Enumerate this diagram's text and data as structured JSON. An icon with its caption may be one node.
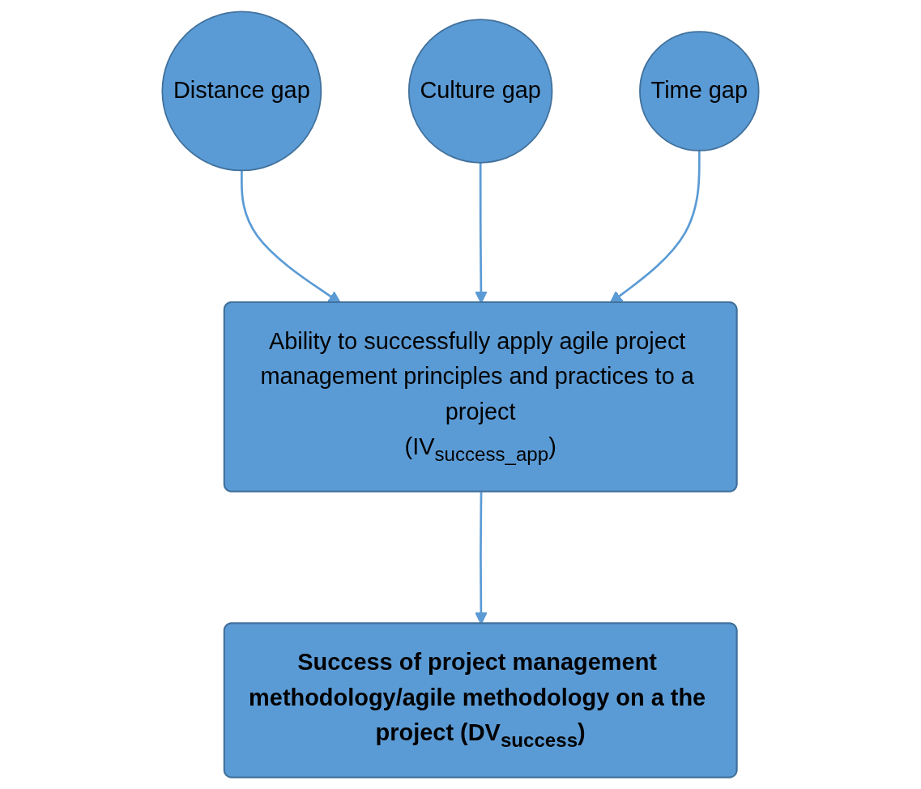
{
  "diagram": {
    "nodes": [
      {
        "text": [
          "Distance gap"
        ]
      },
      {
        "text": [
          "Culture gap"
        ]
      },
      {
        "text": [
          "Time gap"
        ]
      },
      {
        "text": [
          "Ability to successfully apply agile project management principles and practices to a project",
          "(IV$_{success_app}$)"
        ]
      },
      {
        "text": [
          "Success of project management methodology/agile methodology on a the project (DV$_{success}$)"
        ]
      }
    ],
    "edges": [
      {
        "from": 0,
        "to": 3,
        "arrow": "to"
      },
      {
        "from": 1,
        "to": 3,
        "arrow": "to"
      },
      {
        "from": 2,
        "to": 3,
        "arrow": "to"
      },
      {
        "from": 3,
        "to": 4,
        "arrow": "to"
      }
    ]
  }
}
